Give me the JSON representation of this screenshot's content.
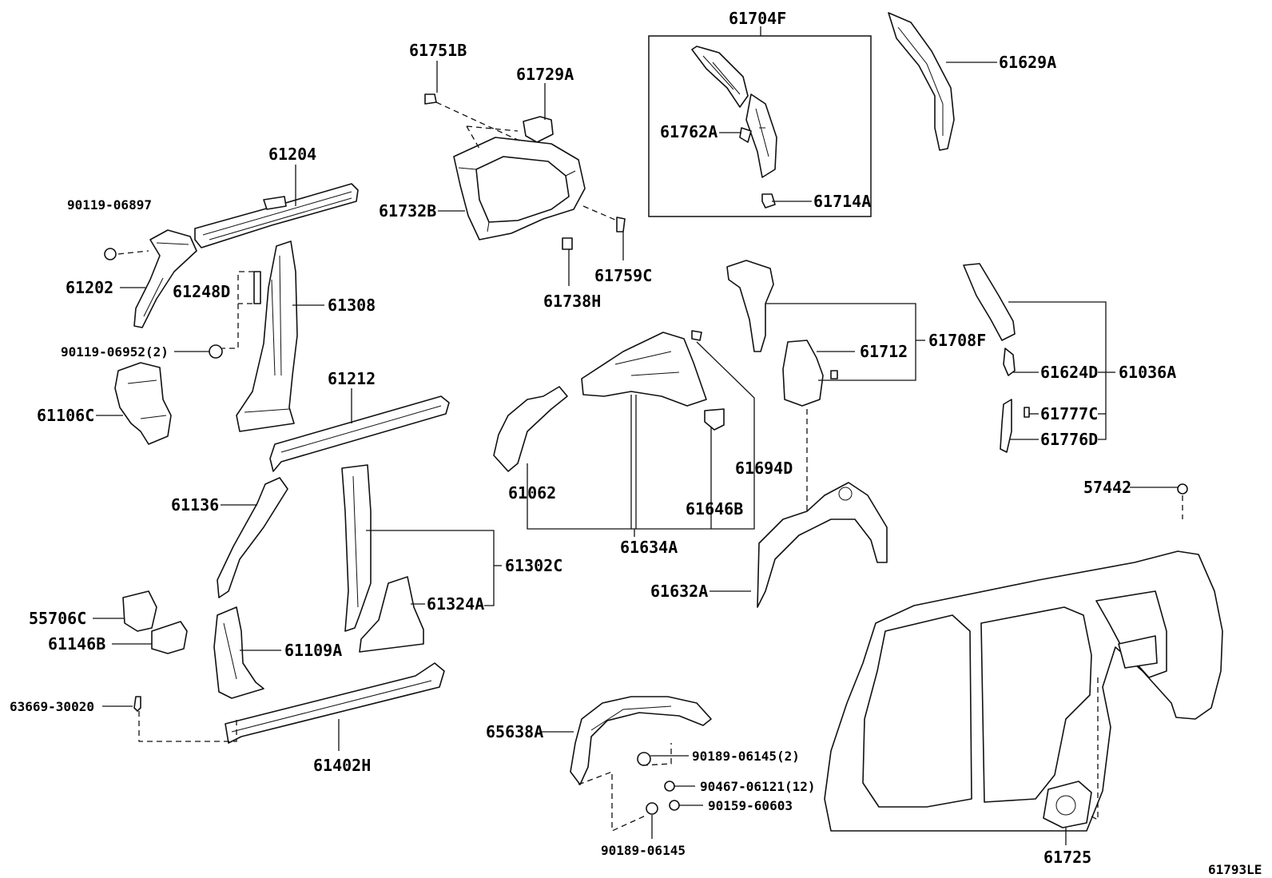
{
  "diagram_code": "61793LE",
  "labels": {
    "p61704F": "61704F",
    "p61629A": "61629A",
    "p61751B": "61751B",
    "p61729A": "61729A",
    "p61762A": "61762A",
    "p61714A": "61714A",
    "p61204": "61204",
    "p90119_06897": "90119-06897",
    "p61732B": "61732B",
    "p61202": "61202",
    "p61248D": "61248D",
    "p61308": "61308",
    "p61759C": "61759C",
    "p61738H": "61738H",
    "p90119_06952": "90119-06952(2)",
    "p61106C": "61106C",
    "p61712": "61712",
    "p61708F": "61708F",
    "p61624D": "61624D",
    "p61036A": "61036A",
    "p61777C": "61777C",
    "p61776D": "61776D",
    "p61212": "61212",
    "p61694D": "61694D",
    "p61062": "61062",
    "p61646B": "61646B",
    "p57442": "57442",
    "p61136": "61136",
    "p61634A": "61634A",
    "p61302C": "61302C",
    "p61632A": "61632A",
    "p55706C": "55706C",
    "p61324A": "61324A",
    "p61146B": "61146B",
    "p61109A": "61109A",
    "p63669_30020": "63669-30020",
    "p65638A": "65638A",
    "p90189_06145_2": "90189-06145(2)",
    "p61402H": "61402H",
    "p90467_06121": "90467-06121(12)",
    "p90159_60603": "90159-60603",
    "p90189_06145": "90189-06145",
    "p61725": "61725"
  }
}
